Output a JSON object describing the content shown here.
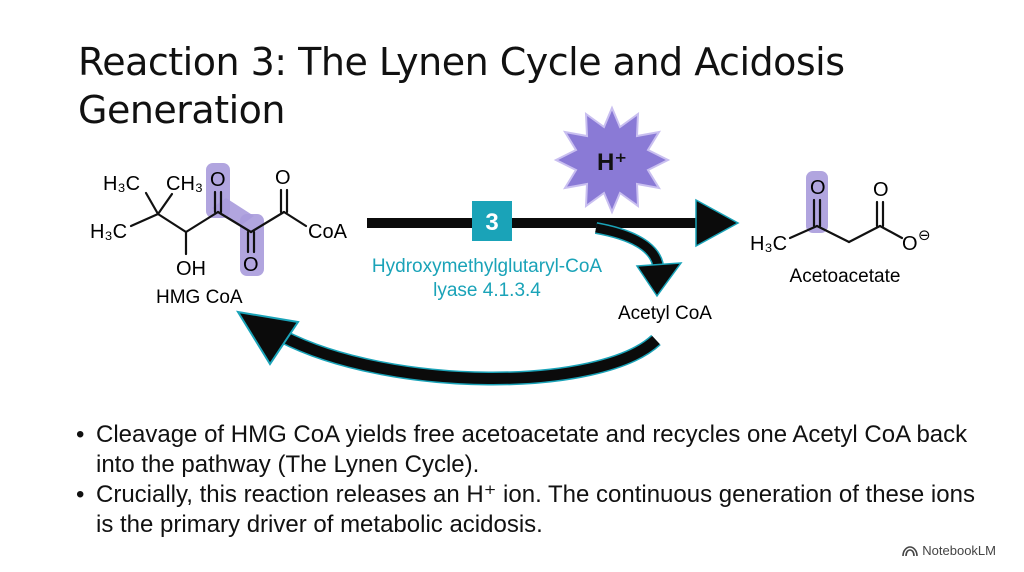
{
  "title": "Reaction 3: The Lynen Cycle and Acidosis Generation",
  "hmg": {
    "h3c_top": "H₃C",
    "ch3_top": "CH₃",
    "h3c_left": "H₃C",
    "o_a": "O",
    "o_b": "O",
    "o_c": "O",
    "coa": "CoA",
    "oh": "OH",
    "name": "HMG CoA"
  },
  "enzyme": {
    "step": "3",
    "name_line1": "Hydroxymethylglutaryl-CoA",
    "name_line2": "lyase 4.1.3.4"
  },
  "proton": {
    "label": "H⁺"
  },
  "product": {
    "h3c": "H₃C",
    "o_keto": "O",
    "o_top": "O",
    "o_minus": "O",
    "charge": "⊖",
    "name": "Acetoacetate"
  },
  "byproduct": {
    "name": "Acetyl CoA"
  },
  "bullets": [
    "Cleavage of HMG CoA yields free acetoacetate and recycles one Acetyl CoA back into the pathway (The Lynen Cycle).",
    "Crucially, this reaction releases an H⁺ ion. The continuous generation of these ions is the primary driver of metabolic acidosis."
  ],
  "brand": "NotebookLM",
  "colors": {
    "highlight": "#a89bdc",
    "enzyme": "#1aa3b8",
    "arrow": "#0b0b0b",
    "starburst": "#8a7ad6"
  },
  "icons": [
    "starburst-icon",
    "notebooklm-logo-icon"
  ]
}
